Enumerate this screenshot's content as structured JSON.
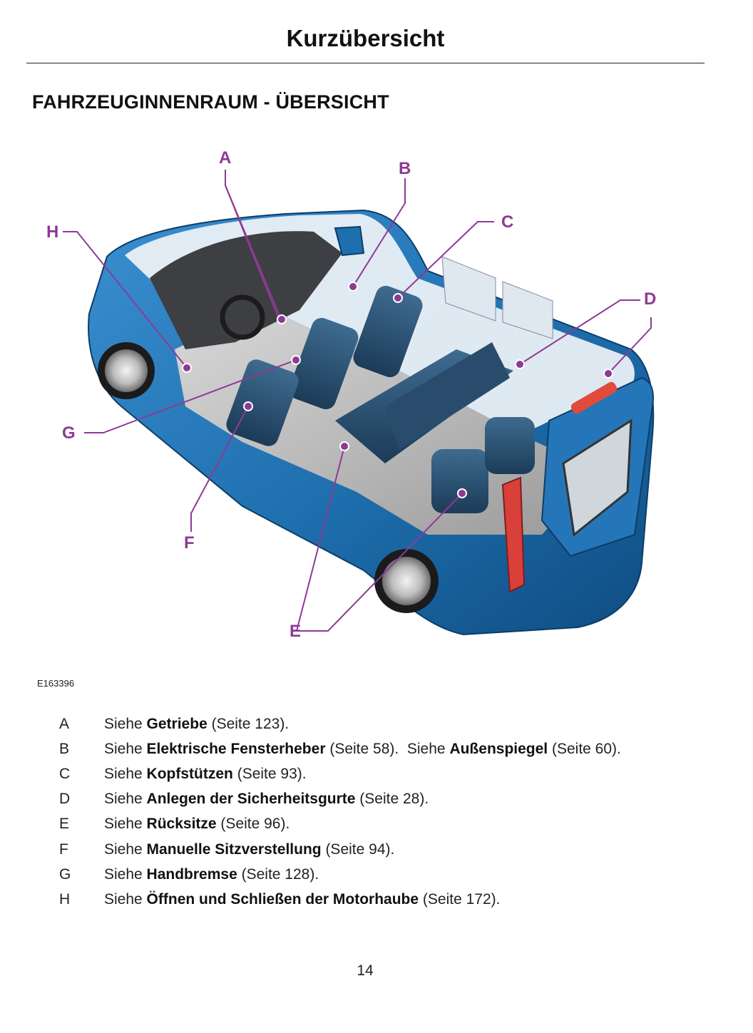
{
  "header": {
    "title": "Kurzübersicht"
  },
  "section": {
    "title": "FAHRZEUGINNENRAUM - ÜBERSICHT"
  },
  "figure": {
    "id": "E163396",
    "callouts": [
      "A",
      "B",
      "C",
      "D",
      "E",
      "F",
      "G",
      "H"
    ],
    "callout_color": "#8e3a94",
    "body_color": "#1e6fae"
  },
  "legend": [
    {
      "letter": "A",
      "pre": "Siehe ",
      "bold": "Getriebe",
      "post": " (Seite 123)."
    },
    {
      "letter": "B",
      "pre": "Siehe ",
      "bold": "Elektrische Fensterheber",
      "post": " (Seite 58).  Siehe ",
      "bold2": "Außenspiegel",
      "post2": " (Seite 60)."
    },
    {
      "letter": "C",
      "pre": "Siehe ",
      "bold": "Kopfstützen",
      "post": " (Seite 93)."
    },
    {
      "letter": "D",
      "pre": "Siehe ",
      "bold": "Anlegen der Sicherheitsgurte",
      "post": " (Seite 28)."
    },
    {
      "letter": "E",
      "pre": "Siehe ",
      "bold": "Rücksitze",
      "post": " (Seite 96)."
    },
    {
      "letter": "F",
      "pre": "Siehe ",
      "bold": "Manuelle Sitzverstellung",
      "post": " (Seite 94)."
    },
    {
      "letter": "G",
      "pre": "Siehe ",
      "bold": "Handbremse",
      "post": " (Seite 128)."
    },
    {
      "letter": "H",
      "pre": "Siehe ",
      "bold": "Öffnen und Schließen der Motorhaube",
      "post": " (Seite 172)."
    }
  ],
  "page_number": "14"
}
